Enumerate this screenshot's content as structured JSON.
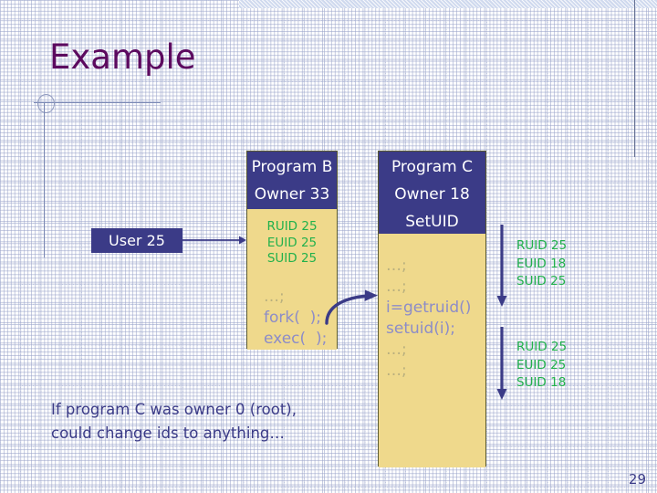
{
  "slide": {
    "title": "Example",
    "page_number": "29",
    "accents": {
      "title_purple": "#5C0A5F",
      "box_header_navy": "#3B3B87",
      "box_body_yellow": "#EFD98C",
      "ids_green": "#22B14C",
      "code_lavender": "#8C8CC8",
      "grid_blue": "#B9C2DD",
      "top_band_blue": "#CFD9EE"
    }
  },
  "user_box": {
    "label": "User 25"
  },
  "program_b": {
    "header_lines": [
      "Program B",
      "Owner 33"
    ],
    "ids": [
      "RUID 25",
      "EUID 25",
      "SUID 25"
    ],
    "code": [
      "…;",
      "fork(  );",
      "exec(  );"
    ]
  },
  "program_c": {
    "header_lines": [
      "Program C",
      "Owner 18",
      "SetUID"
    ],
    "code": [
      "…;",
      "…;",
      "i=getruid()",
      "setuid(i);",
      "…;",
      "…;"
    ]
  },
  "state_after_exec": {
    "ids": [
      "RUID 25",
      "EUID 18",
      "SUID 25"
    ]
  },
  "state_after_setuid": {
    "ids": [
      "RUID 25",
      "EUID 25",
      "SUID 18"
    ]
  },
  "note": {
    "line1": "If program C was owner 0 (root),",
    "line2": "could change ids to anything…"
  }
}
